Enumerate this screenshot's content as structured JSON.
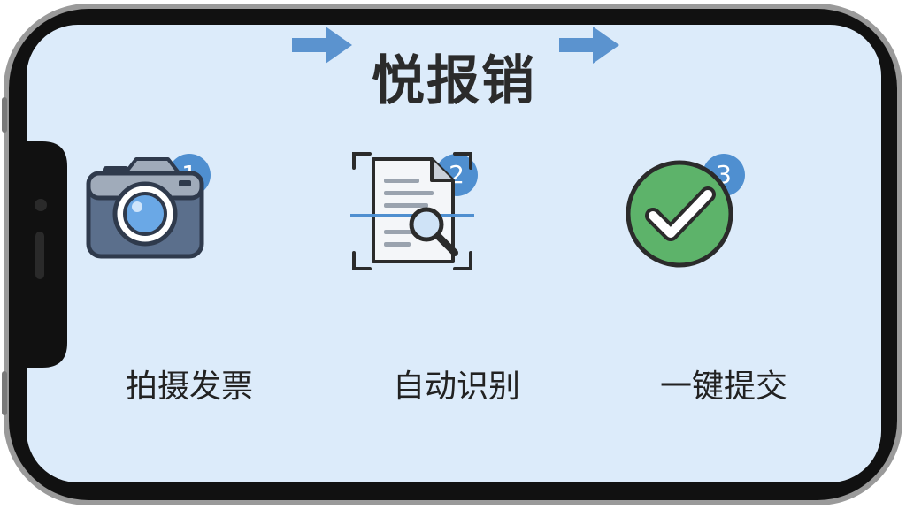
{
  "app": {
    "title": "悦报销"
  },
  "steps": [
    {
      "number": "1",
      "label": "拍摄发票",
      "icon": "camera-icon"
    },
    {
      "number": "2",
      "label": "自动识别",
      "icon": "document-scan-icon"
    },
    {
      "number": "3",
      "label": "一键提交",
      "icon": "checkmark-circle-icon"
    }
  ],
  "colors": {
    "screen_background": "#dcebfa",
    "badge": "#4f8fd0",
    "arrow": "#5b93cf",
    "check_green": "#5db36a",
    "camera_body": "#5b6f8c",
    "camera_top": "#a0abba"
  }
}
